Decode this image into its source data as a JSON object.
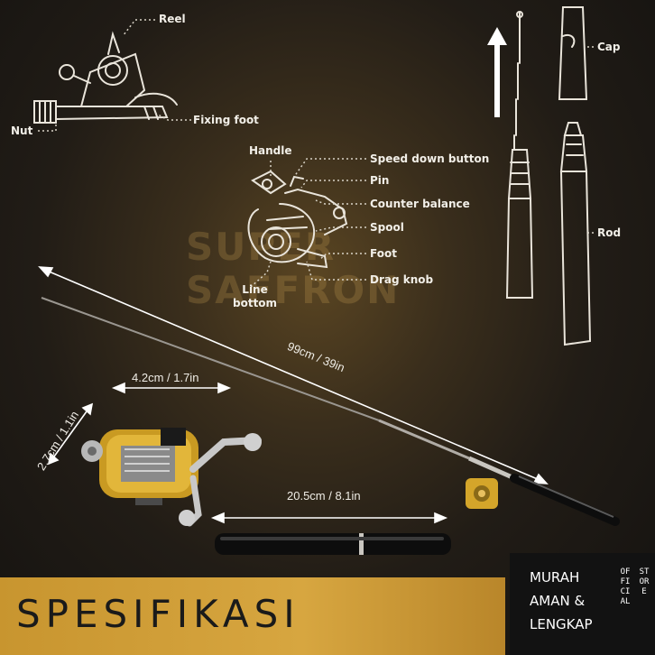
{
  "diagram_labels": {
    "reel": "Reel",
    "fixing_foot": "Fixing foot",
    "nut": "Nut",
    "handle": "Handle",
    "speed_down_button": "Speed down button",
    "pin": "Pin",
    "counter_balance": "Counter balance",
    "spool": "Spool",
    "foot": "Foot",
    "drag_knob": "Drag knob",
    "line_bottom": "Line\nbottom",
    "cap": "Cap",
    "rod": "Rod"
  },
  "watermark": "SUPER\nSAFFRON",
  "dimensions": {
    "total_length": "99cm / 39in",
    "reel_width": "4.2cm / 1.7in",
    "reel_height": "2.7cm / 1.1in",
    "closed_length": "20.5cm / 8.1in"
  },
  "banner": {
    "title": "SPESIFIKASI"
  },
  "badge": {
    "lines": [
      "MURAH",
      "AMAN &",
      "LENGKAP"
    ],
    "official": "OFFICIAL",
    "store": "STORE"
  },
  "colors": {
    "banner_gold": "#d2a13c",
    "badge_black": "#121212",
    "reel_gold": "#d4a52a",
    "rod_black": "#0d0d0d"
  }
}
